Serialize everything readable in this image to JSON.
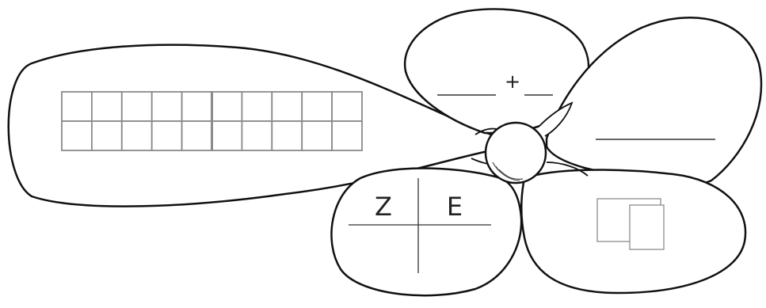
{
  "worksheet": {
    "plus_sign": "+",
    "place_value_headers": {
      "tens": "Z",
      "ones": "E"
    },
    "ten_frame": {
      "rows": 2,
      "columns": 10
    }
  },
  "colors": {
    "outline": "#111111",
    "grid": "#8a8a8a",
    "answer_line": "#333333",
    "cards": "#8c8c8c"
  }
}
